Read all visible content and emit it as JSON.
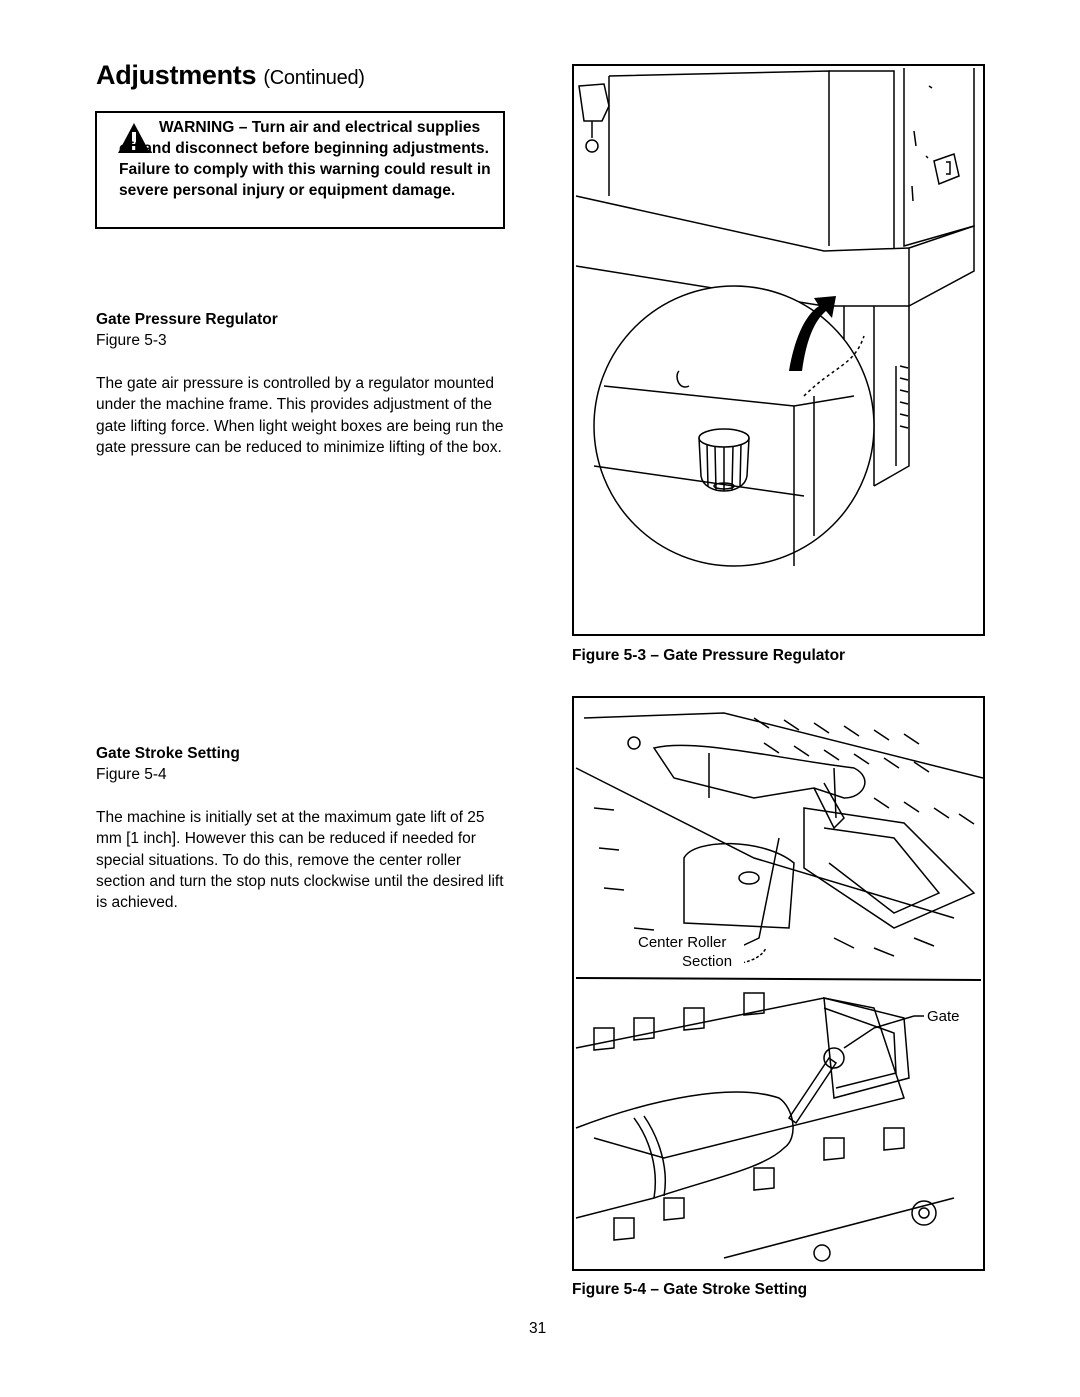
{
  "header": {
    "title": "Adjustments",
    "title_suffix": "(Continued)"
  },
  "warning": {
    "icon": "warning-triangle-icon",
    "text": "WARNING – Turn air and electrical supplies off and disconnect before beginning adjustments. Failure to comply with this warning could result in severe personal injury or equipment damage."
  },
  "sections": [
    {
      "heading": "Gate Pressure Regulator",
      "figure_ref": "Figure 5-3",
      "body": "The gate air pressure is controlled by a regulator mounted under the machine frame. This provides adjustment of the gate lifting force. When light weight boxes are being run the gate pressure can be reduced to minimize lifting of the box."
    },
    {
      "heading": "Gate Stroke Setting",
      "figure_ref": "Figure 5-4",
      "body": "The machine is initially set at the maximum gate lift of 25 mm [1 inch]. However this can be reduced if needed for special situations. To do this, remove the center roller section and turn the stop nuts clockwise until the desired lift is achieved."
    }
  ],
  "figures": [
    {
      "caption": "Figure 5-3 – Gate Pressure Regulator",
      "labels": []
    },
    {
      "caption": "Figure 5-4 – Gate Stroke Setting",
      "labels": [
        "Center Roller",
        "Section",
        "Gate"
      ]
    }
  ],
  "page_number": "31"
}
